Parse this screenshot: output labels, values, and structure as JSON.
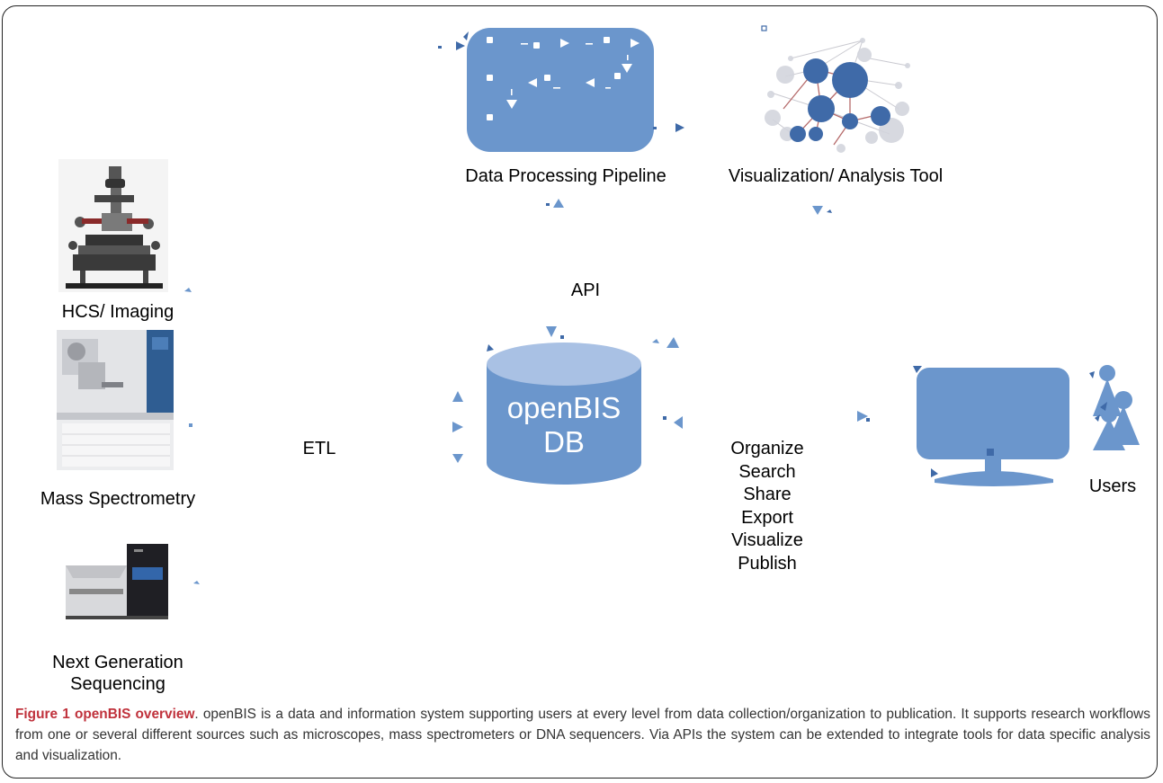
{
  "colors": {
    "accent": "#6b96cc",
    "accent_dark": "#3f6aa8",
    "db_top": "#9cb9df",
    "caption_title": "#c0323c",
    "edge_red": "#b56a6a"
  },
  "nodes": {
    "pipeline": "Data Processing Pipeline",
    "vis_tool": "Visualization/ Analysis Tool",
    "hcs": "HCS/ Imaging",
    "mass_spec": "Mass Spectrometry",
    "ngs_line1": "Next Generation",
    "ngs_line2": "Sequencing",
    "db_line1": "openBIS",
    "db_line2": "DB",
    "users": "Users"
  },
  "edges": {
    "api": "API",
    "etl": "ETL",
    "actions": [
      "Organize",
      "Search",
      "Share",
      "Export",
      "Visualize",
      "Publish"
    ]
  },
  "icons": [
    "microscope-icon",
    "mass-spectrometer-icon",
    "sequencer-icon",
    "monitor-icon",
    "users-icon",
    "network-graph-icon",
    "database-icon"
  ],
  "caption": {
    "title": "Figure 1 openBIS overview",
    "text": "openBIS is a data and information system supporting users at every level from data collection/organization to publication. It supports research workflows from one or several different sources such as microscopes, mass spectrometers or DNA sequencers. Via APIs the system can be extended to integrate tools for data specific analysis and visualization."
  }
}
